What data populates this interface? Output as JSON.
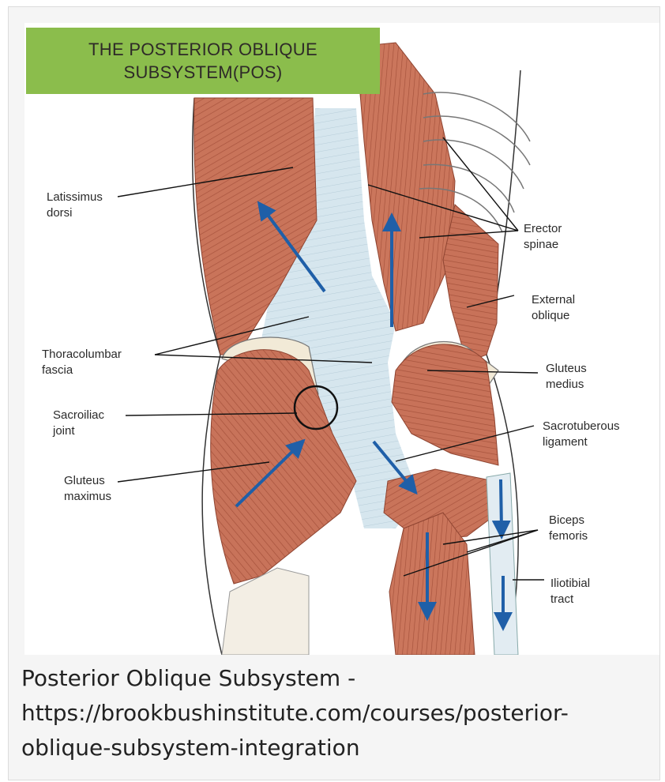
{
  "figure": {
    "title_line1": "THE POSTERIOR OBLIQUE",
    "title_line2": "SUBSYSTEM(POS)",
    "title_bg": "#8bbd4c",
    "muscle_color": "#c9745a",
    "fascia_color": "#d6e6ee",
    "arrow_color": "#1f5fa8",
    "labels": {
      "latissimus": [
        "Latissimus",
        "dorsi"
      ],
      "thoracolumbar": [
        "Thoracolumbar",
        "fascia"
      ],
      "sacroiliac": [
        "Sacroiliac",
        "joint"
      ],
      "gluteus_maximus": [
        "Gluteus",
        "maximus"
      ],
      "erector": [
        "Erector",
        "spinae"
      ],
      "external_oblique": [
        "External",
        "oblique"
      ],
      "gluteus_medius": [
        "Gluteus",
        "medius"
      ],
      "sacrotuberous": [
        "Sacrotuberous",
        "ligament"
      ],
      "biceps": [
        "Biceps",
        "femoris"
      ],
      "iliotibial": [
        "Iliotibial",
        "tract"
      ]
    }
  },
  "caption": {
    "line1": "Posterior Oblique Subsystem -",
    "line2": "https://brookbushinstitute.com/courses/posterior-",
    "line3": "oblique-subsystem-integration"
  }
}
